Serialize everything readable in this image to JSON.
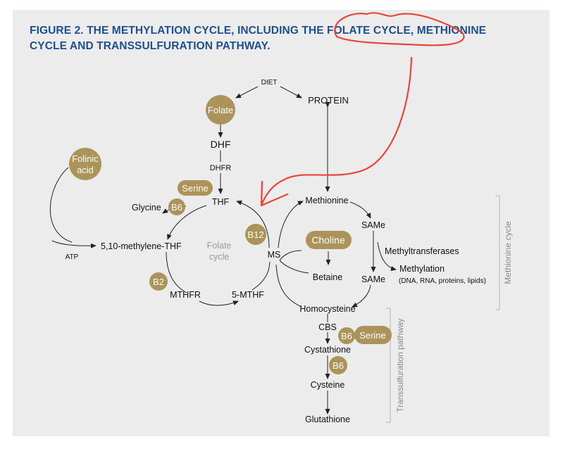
{
  "figure": {
    "title_line1": "FIGURE 2. THE METHYLATION CYCLE, INCLUDING THE FOLATE CYCLE, METHIONINE",
    "title_line2": "CYCLE AND TRANSSULFURATION PATHWAY."
  },
  "colors": {
    "title": "#1f4f8f",
    "nutrient_fill": "#ab9359",
    "background": "#ececec",
    "annotation": "#e8453c"
  },
  "nodes": {
    "diet": "DIET",
    "protein": "PROTEIN",
    "dhf": "DHF",
    "dhfr": "DHFR",
    "thf": "THF",
    "glycine": "Glycine",
    "methylene_thf": "5,10-methylene-THF",
    "atp": "ATP",
    "folate_cycle_line1": "Folate",
    "folate_cycle_line2": "cycle",
    "mthfr": "MTHFR",
    "five_mthf": "5-MTHF",
    "ms": "MS",
    "methionine": "Methionine",
    "same_top": "SAMe",
    "methyltransferases": "Methyltransferases",
    "methylation": "Methylation",
    "methylation_targets": "(DNA, RNA, proteins, lipids)",
    "same_bottom": "SAMe",
    "betaine": "Betaine",
    "homocysteine": "Homocysteine",
    "cbs": "CBS",
    "cystathione": "Cystathione",
    "cysteine": "Cysteine",
    "glutathione": "Glutathione"
  },
  "nutrients": {
    "folate": "Folate",
    "folinic_line1": "Folinic",
    "folinic_line2": "acid",
    "serine_top": "Serine",
    "b6_glycine": "B6",
    "b12": "B12",
    "b2": "B2",
    "choline": "Choline",
    "b6_cbs": "B6",
    "serine_cbs": "Serine",
    "b6_cysteine": "B6"
  },
  "side_labels": {
    "methionine_cycle": "Methionine cycle",
    "transsulfuration": "Transsulfuration pathway"
  }
}
